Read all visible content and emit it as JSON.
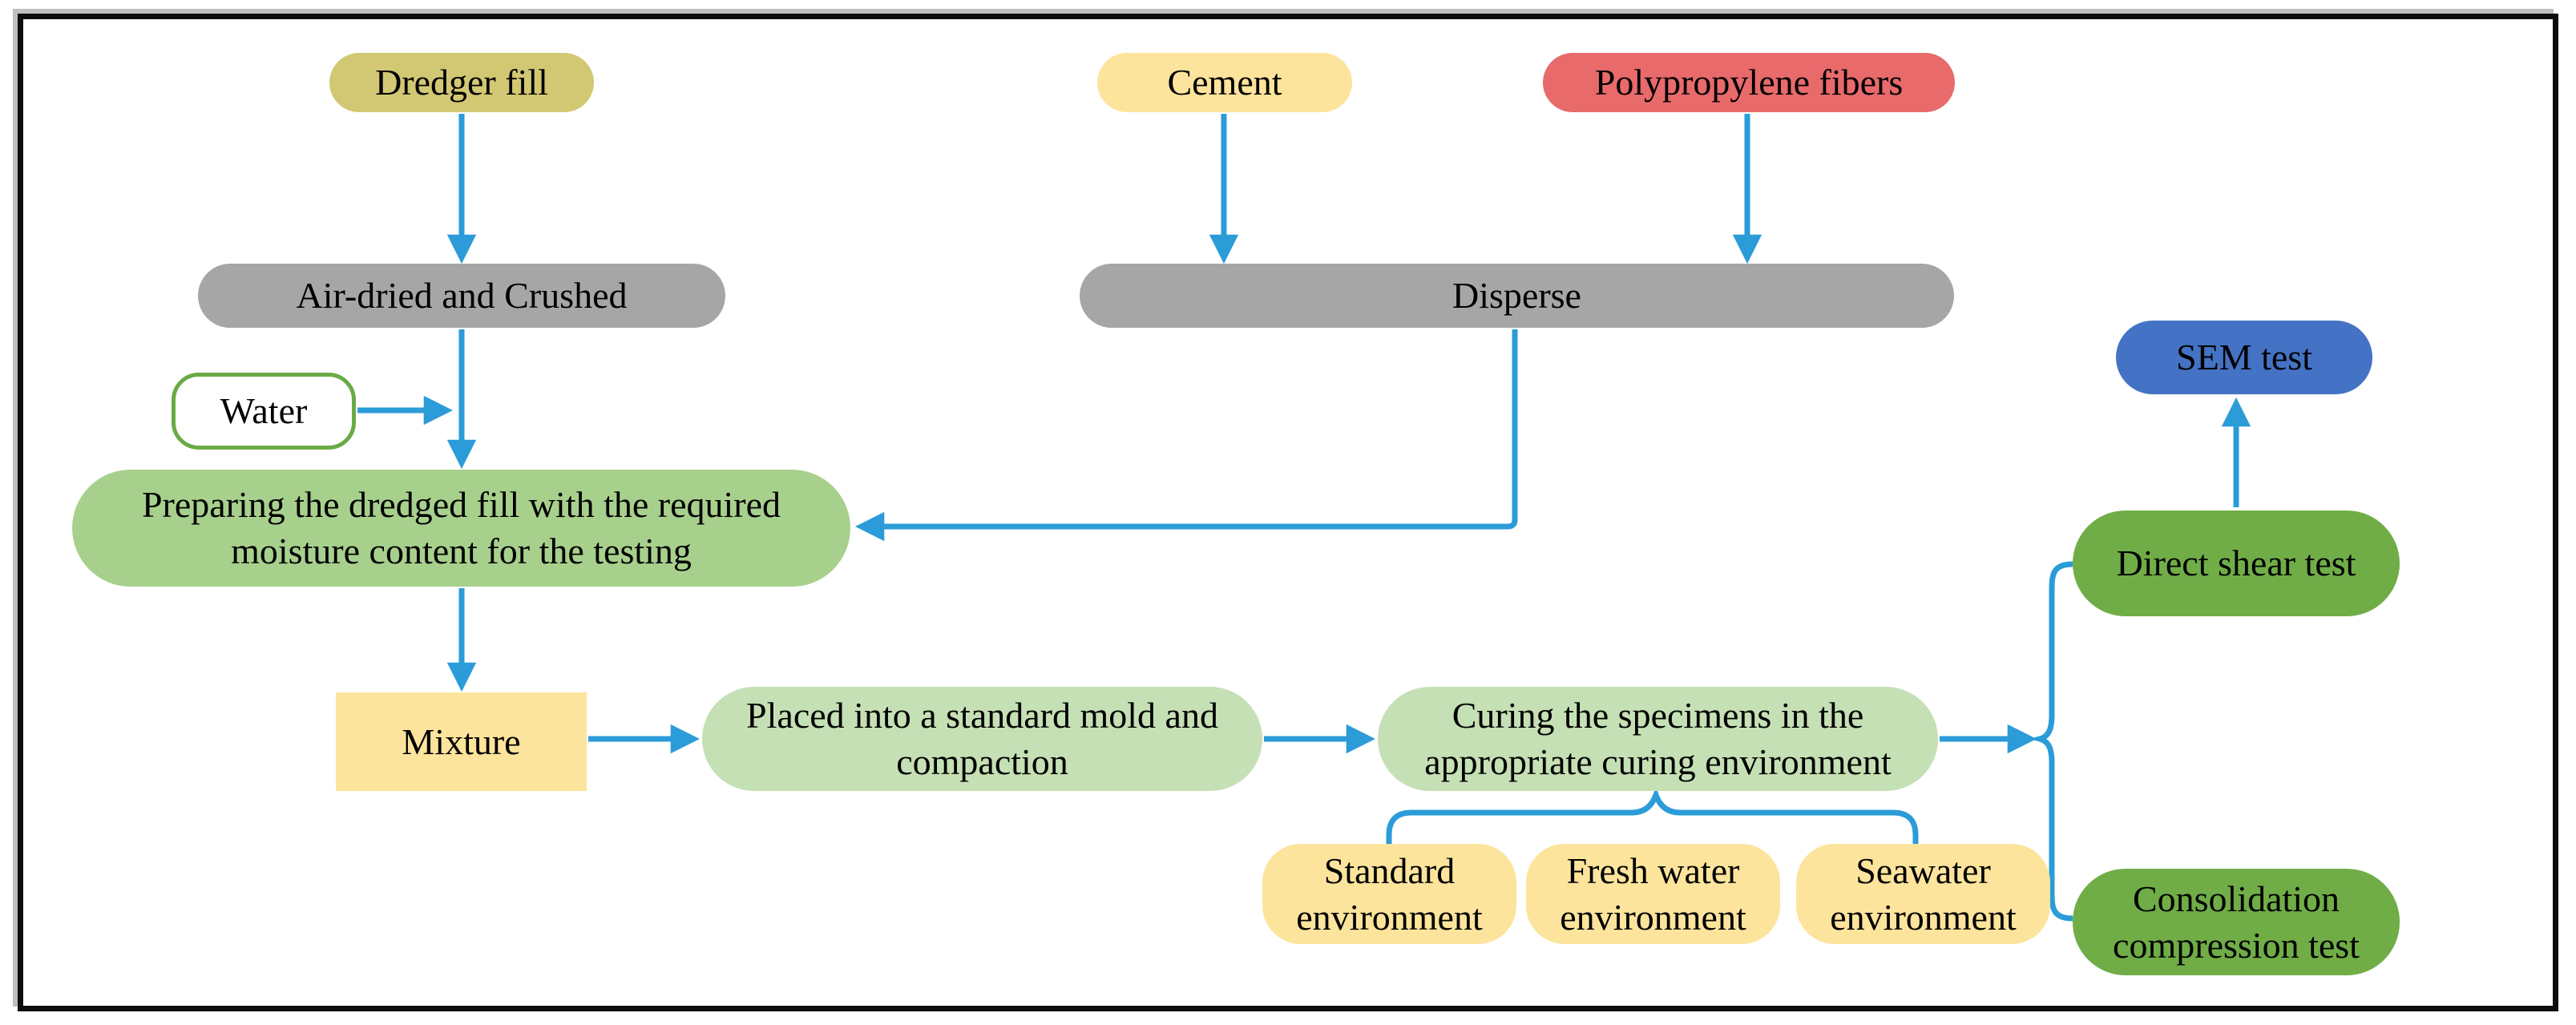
{
  "diagram": {
    "title_hint": "Specimen preparation and testing flowchart",
    "colors": {
      "arrow": "#2b9cd8",
      "frame_border": "#0d0d0d",
      "khaki": "#d2c873",
      "yellow": "#fde49c",
      "red": "#e86a6a",
      "gray": "#a6a6a6",
      "water_border": "#6aaa46",
      "mid_green": "#a8d08d",
      "light_green": "#c5e0b4",
      "green": "#70ad47",
      "blue": "#4472c4",
      "text": "#000000"
    },
    "nodes": {
      "dredger_fill": {
        "label": "Dredger fill"
      },
      "cement": {
        "label": "Cement"
      },
      "polypropylene": {
        "label": "Polypropylene fibers"
      },
      "air_dried": {
        "label": "Air-dried and Crushed"
      },
      "disperse": {
        "label": "Disperse"
      },
      "water": {
        "label": "Water"
      },
      "preparing": {
        "label": "Preparing the dredged fill with the required moisture content for the testing"
      },
      "mixture": {
        "label": "Mixture"
      },
      "placed": {
        "label": "Placed into a standard mold and compaction"
      },
      "curing": {
        "label": "Curing the specimens in the appropriate curing environment"
      },
      "standard_env": {
        "label": "Standard environment"
      },
      "freshwater_env": {
        "label": "Fresh water environment"
      },
      "seawater_env": {
        "label": "Seawater environment"
      },
      "sem_test": {
        "label": "SEM test"
      },
      "direct_shear": {
        "label": "Direct shear test"
      },
      "consolidation": {
        "label": "Consolidation compression test"
      }
    },
    "edges": [
      {
        "from": "Dredger fill",
        "to": "Air-dried and Crushed"
      },
      {
        "from": "Cement",
        "to": "Disperse"
      },
      {
        "from": "Polypropylene fibers",
        "to": "Disperse"
      },
      {
        "from": "Air-dried and Crushed",
        "to": "Preparing the dredged fill with the required moisture content for the testing"
      },
      {
        "from": "Water",
        "to": "Preparing the dredged fill with the required moisture content for the testing"
      },
      {
        "from": "Disperse",
        "to": "Preparing the dredged fill with the required moisture content for the testing"
      },
      {
        "from": "Preparing the dredged fill with the required moisture content for the testing",
        "to": "Mixture"
      },
      {
        "from": "Mixture",
        "to": "Placed into a standard mold and compaction"
      },
      {
        "from": "Placed into a standard mold and compaction",
        "to": "Curing the specimens in the appropriate curing environment"
      },
      {
        "from": "Curing the specimens in the appropriate curing environment",
        "to": "Standard environment",
        "style": "brace"
      },
      {
        "from": "Curing the specimens in the appropriate curing environment",
        "to": "Fresh water environment",
        "style": "brace"
      },
      {
        "from": "Curing the specimens in the appropriate curing environment",
        "to": "Seawater environment",
        "style": "brace"
      },
      {
        "from": "Curing the specimens in the appropriate curing environment",
        "to": "Direct shear test"
      },
      {
        "from": "Curing the specimens in the appropriate curing environment",
        "to": "Consolidation compression test"
      },
      {
        "from": "Direct shear test",
        "to": "SEM test"
      }
    ]
  }
}
